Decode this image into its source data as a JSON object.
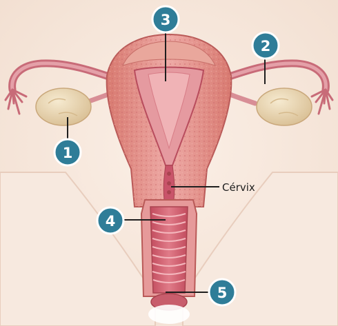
{
  "labels": {
    "cervix": "Cérvix",
    "callout_1": "1",
    "callout_2": "2",
    "callout_3": "3",
    "callout_4": "4",
    "callout_5": "5"
  },
  "colors": {
    "background": "#f6e6da",
    "skin_shadow": "#e9cdbb",
    "tissue_outer": "#dc8478",
    "tissue_inner": "#e8a2a0",
    "cavity": "#d45f70",
    "tube": "#d4808a",
    "ovary": "#ead7b4",
    "badge_fill": "#2f7d98",
    "badge_ring": "#ffffff",
    "leader_line": "#1e1e1e"
  }
}
